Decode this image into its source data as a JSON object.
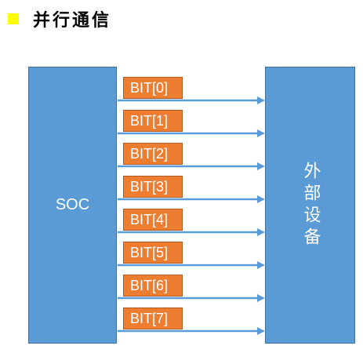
{
  "title": "并行通信",
  "soc_label": "SOC",
  "device_label": "外部设备",
  "bits": [
    "BIT[0]",
    "BIT[1]",
    "BIT[2]",
    "BIT[3]",
    "BIT[4]",
    "BIT[5]",
    "BIT[6]",
    "BIT[7]"
  ],
  "colors": {
    "bullet": "#ffff00",
    "box": "#5b9bd5",
    "bit_label": "#ed7d31",
    "arrow": "#5b9bd5"
  }
}
